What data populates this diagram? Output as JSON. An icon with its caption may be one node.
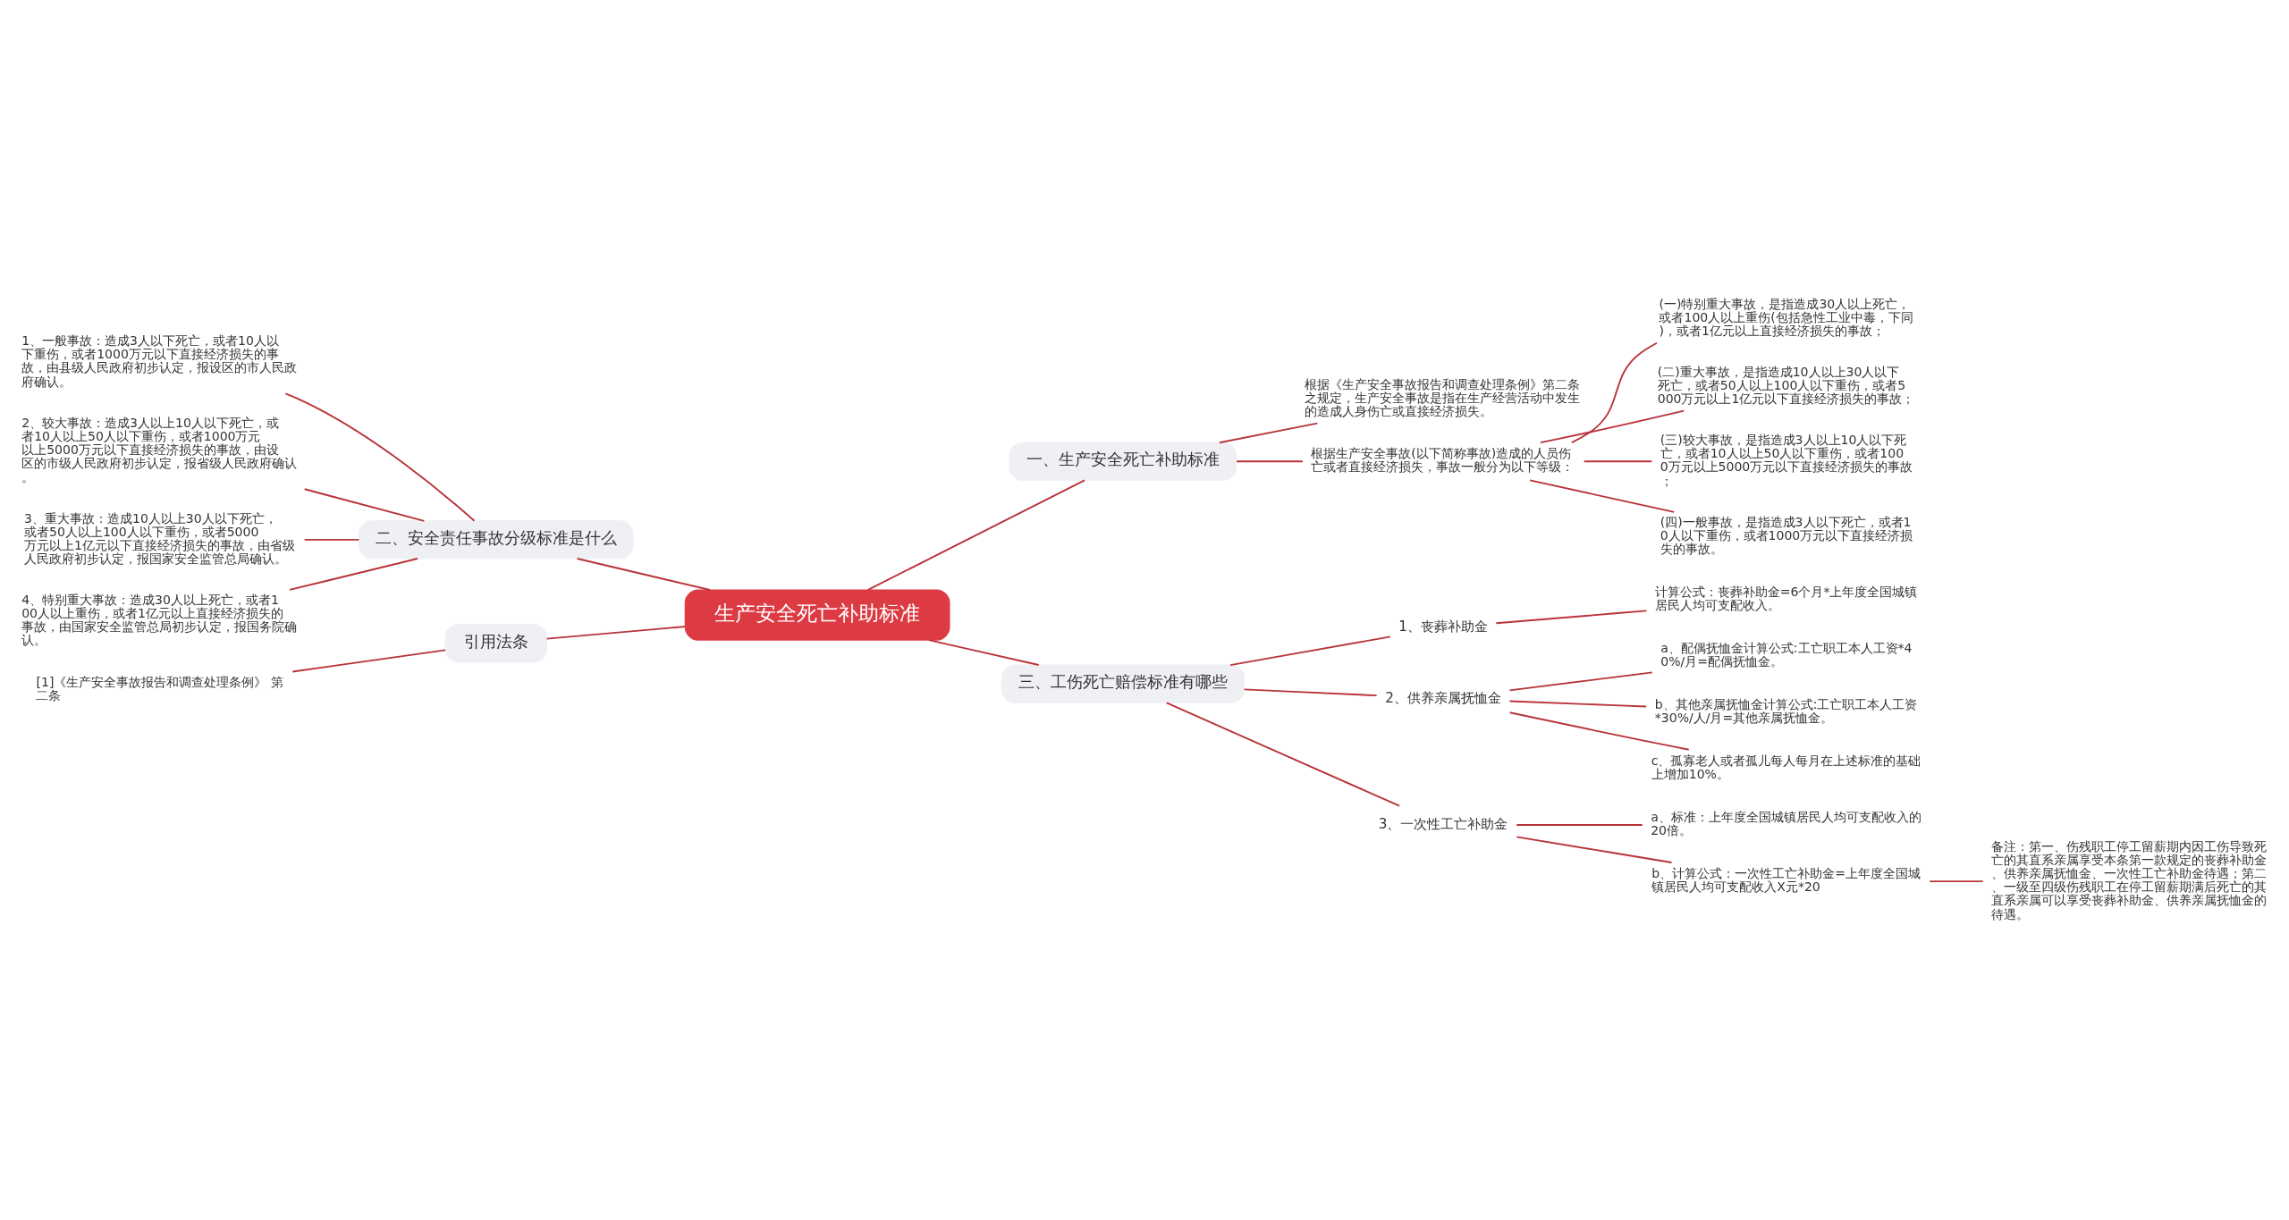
{
  "diagram": {
    "nodes": [
      {
        "text": [
          "生产安全死亡补助标准"
        ]
      },
      {
        "text": [
          "一、生产安全死亡补助标准"
        ]
      },
      {
        "text": [
          "根据《生产安全事故报告和调查处理条例》第二条之规定，生产安全事故是指在生产经营活动中发生的造成人身伤亡或直接经济损失。"
        ]
      },
      {
        "text": [
          "根据生产安全事故(以下简称事故)造成的人员伤亡或者直接经济损失，事故一般分为以下等级："
        ]
      },
      {
        "text": [
          "(一)特别重大事故，是指造成30人以上死亡，或者100人以上重伤(包括急性工业中毒，下同)，或者1亿元以上直接经济损失的事故；"
        ]
      },
      {
        "text": [
          "(二)重大事故，是指造成10人以上30人以下死亡，或者50人以上100人以下重伤，或者5000万元以上1亿元以下直接经济损失的事故；"
        ]
      },
      {
        "text": [
          "(三)较大事故，是指造成3人以上10人以下死亡，或者10人以上50人以下重伤，或者1000万元以上5000万元以下直接经济损失的事故；"
        ]
      },
      {
        "text": [
          "(四)一般事故，是指造成3人以下死亡，或者10人以下重伤，或者1000万元以下直接经济损失的事故。"
        ]
      },
      {
        "text": [
          "二、安全责任事故分级标准是什么"
        ]
      },
      {
        "text": [
          "1、一般事故：造成3人以下死亡，或者10人以下重伤，或者1000万元以下直接经济损失的事故，由县级人民政府初步认定，报设区的市人民政府确认。"
        ]
      },
      {
        "text": [
          "2、较大事故：造成3人以上10人以下死亡，或者10人以上50人以下重伤，或者1000万元以上5000万元以下直接经济损失的事故，由设区的市级人民政府初步认定，报省级人民政府确认。"
        ]
      },
      {
        "text": [
          "3、重大事故：造成10人以上30人以下死亡，或者50人以上100人以下重伤，或者5000万元以上1亿元以下直接经济损失的事故，由省级人民政府初步认定，报国家安全监管总局确认。"
        ]
      },
      {
        "text": [
          "4、特别重大事故：造成30人以上死亡，或者100人以上重伤，或者1亿元以上直接经济损失的事故，由国家安全监管总局初步认定，报国务院确认。"
        ]
      },
      {
        "text": [
          "引用法条"
        ]
      },
      {
        "text": [
          "[1]《生产安全事故报告和调查处理条例》 第二条"
        ]
      },
      {
        "text": [
          "三、工伤死亡赔偿标准有哪些"
        ]
      },
      {
        "text": [
          "1、丧葬补助金"
        ]
      },
      {
        "text": [
          "计算公式：丧葬补助金=6个月*上年度全国城镇居民人均可支配收入。"
        ]
      },
      {
        "text": [
          "2、供养亲属抚恤金"
        ]
      },
      {
        "text": [
          "a、配偶抚恤金计算公式:工亡职工本人工资*40%/月=配偶抚恤金。"
        ]
      },
      {
        "text": [
          "b、其他亲属抚恤金计算公式:工亡职工本人工资*30%/人/月=其他亲属抚恤金。"
        ]
      },
      {
        "text": [
          "c、孤寡老人或者孤儿每人每月在上述标准的基础上增加10%。"
        ]
      },
      {
        "text": [
          "3、一次性工亡补助金"
        ]
      },
      {
        "text": [
          "a、标准：上年度全国城镇居民人均可支配收入的20倍。"
        ]
      },
      {
        "text": [
          "b、计算公式：一次性工亡补助金=上年度全国城镇居民人均可支配收入X元*20"
        ]
      },
      {
        "text": [
          "备注：第一、伤残职工停工留薪期内因工伤导致死亡的其直系亲属享受本条第一款规定的丧葬补助金、供养亲属抚恤金、一次性工亡补助金待遇；第二、一级至四级伤残职工在停工留薪期满后死亡的其直系亲属可以享受丧葬补助金、供养亲属抚恤金的待遇。"
        ]
      }
    ],
    "edges": [
      {
        "from": 0,
        "to": 1,
        "arrow": "none"
      },
      {
        "from": 1,
        "to": 2,
        "arrow": "none"
      },
      {
        "from": 1,
        "to": 3,
        "arrow": "none"
      },
      {
        "from": 3,
        "to": 4,
        "arrow": "none"
      },
      {
        "from": 3,
        "to": 5,
        "arrow": "none"
      },
      {
        "from": 3,
        "to": 6,
        "arrow": "none"
      },
      {
        "from": 3,
        "to": 7,
        "arrow": "none"
      },
      {
        "from": 0,
        "to": 8,
        "arrow": "none"
      },
      {
        "from": 8,
        "to": 9,
        "arrow": "none"
      },
      {
        "from": 8,
        "to": 10,
        "arrow": "none"
      },
      {
        "from": 8,
        "to": 11,
        "arrow": "none"
      },
      {
        "from": 8,
        "to": 12,
        "arrow": "none"
      },
      {
        "from": 0,
        "to": 13,
        "arrow": "none"
      },
      {
        "from": 13,
        "to": 14,
        "arrow": "none"
      },
      {
        "from": 0,
        "to": 15,
        "arrow": "none"
      },
      {
        "from": 15,
        "to": 16,
        "arrow": "none"
      },
      {
        "from": 16,
        "to": 17,
        "arrow": "none"
      },
      {
        "from": 15,
        "to": 18,
        "arrow": "none"
      },
      {
        "from": 18,
        "to": 19,
        "arrow": "none"
      },
      {
        "from": 18,
        "to": 20,
        "arrow": "none"
      },
      {
        "from": 18,
        "to": 21,
        "arrow": "none"
      },
      {
        "from": 15,
        "to": 22,
        "arrow": "none"
      },
      {
        "from": 22,
        "to": 23,
        "arrow": "none"
      },
      {
        "from": 22,
        "to": 24,
        "arrow": "none"
      },
      {
        "from": 24,
        "to": 25,
        "arrow": "none"
      }
    ]
  }
}
